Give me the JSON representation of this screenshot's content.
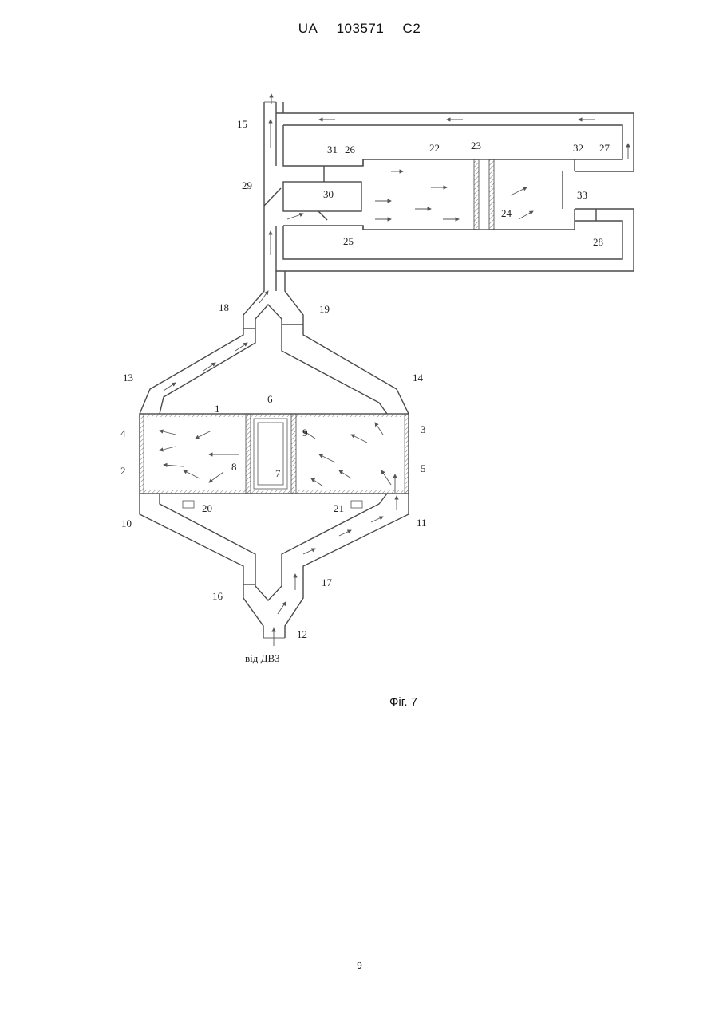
{
  "header": {
    "country": "UA",
    "number": "103571",
    "kind": "C2"
  },
  "figure": {
    "caption": "Фіг. 7",
    "inlet_label": "від ДВЗ",
    "labels": [
      "1",
      "2",
      "3",
      "4",
      "5",
      "6",
      "7",
      "8",
      "9",
      "10",
      "11",
      "12",
      "13",
      "14",
      "15",
      "16",
      "17",
      "18",
      "19",
      "20",
      "21",
      "22",
      "23",
      "24",
      "25",
      "26",
      "27",
      "28",
      "29",
      "30",
      "31",
      "32",
      "33"
    ]
  },
  "page_number": "9"
}
